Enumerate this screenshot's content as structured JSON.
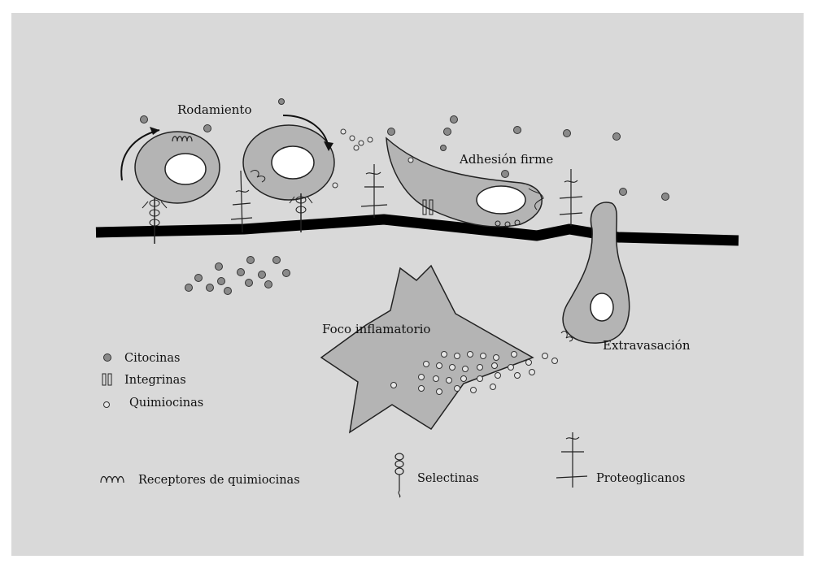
{
  "figure": {
    "labels": {
      "rolling": "Rodamiento",
      "firm_adhesion": "Adhesión firme",
      "inflammatory_focus": "Foco inflamatorio",
      "extravasation": "Extravasación"
    },
    "legend": {
      "cytokines": "Citocinas",
      "integrins": "Integrinas",
      "chemokines": "Quimiocinas",
      "chemokine_receptors": "Receptores de quimiocinas",
      "selectins": "Selectinas",
      "proteoglycans": "Proteoglicanos"
    },
    "colors": {
      "background": "#d9d9d9",
      "cell_fill": "#b4b4b4",
      "cytokine_fill": "#8a8a8a",
      "membrane": "#000000"
    }
  }
}
